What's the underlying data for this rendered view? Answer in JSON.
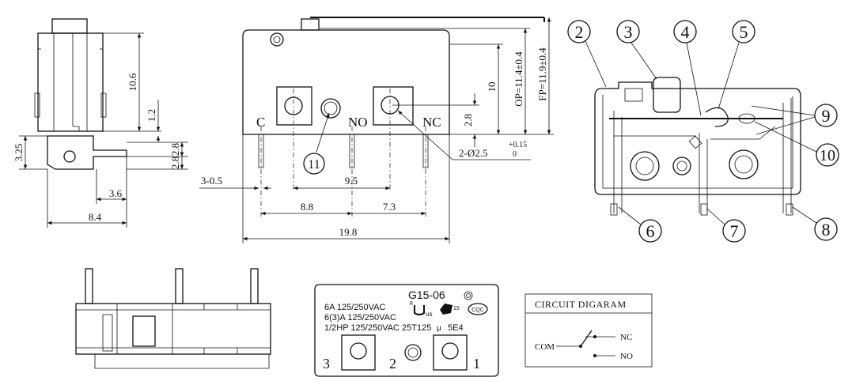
{
  "side_view": {
    "dim_height": "10.6",
    "dim_gap": "1.2",
    "dim_total": "3.25",
    "dim_tab_a": "2.8",
    "dim_tab_b": "2.8",
    "dim_offset": "3.6",
    "dim_width": "8.4"
  },
  "front_view": {
    "label_c": "C",
    "label_no": "NO",
    "label_nc": "NC",
    "dim_10": "10",
    "dim_op": "OP=11.4±0.4",
    "dim_fp": "FP=11.9±0.4",
    "dim_hole_h": "2.8",
    "dim_hole": "2-Ø2.5",
    "dim_hole_tol_upper": "+0.15",
    "dim_hole_tol_lower": "0",
    "dim_pin": "3-0.5",
    "dim_9_5": "9.5",
    "dim_8_8": "8.8",
    "dim_7_3": "7.3",
    "dim_19_8": "19.8",
    "callout_11": "11"
  },
  "internal_view": {
    "callouts": [
      "2",
      "3",
      "4",
      "5",
      "9",
      "10",
      "6",
      "7",
      "8"
    ]
  },
  "label_view": {
    "model": "G15-06",
    "rating_1": "6A 125/250VAC",
    "rating_2": "6(3)A 125/250VAC",
    "rating_3": "1/2HP 125/250VAC  25T125",
    "mu": "μ",
    "code": "5E4",
    "ul_mark": "ᴿ",
    "us_mark": "us",
    "e15": "15",
    "cqc": "CQC",
    "term_3": "3",
    "term_2": "2",
    "term_1": "1"
  },
  "circuit": {
    "title": "CIRCUIT DIGARAM",
    "com": "COM",
    "nc": "NC",
    "no": "NO"
  }
}
